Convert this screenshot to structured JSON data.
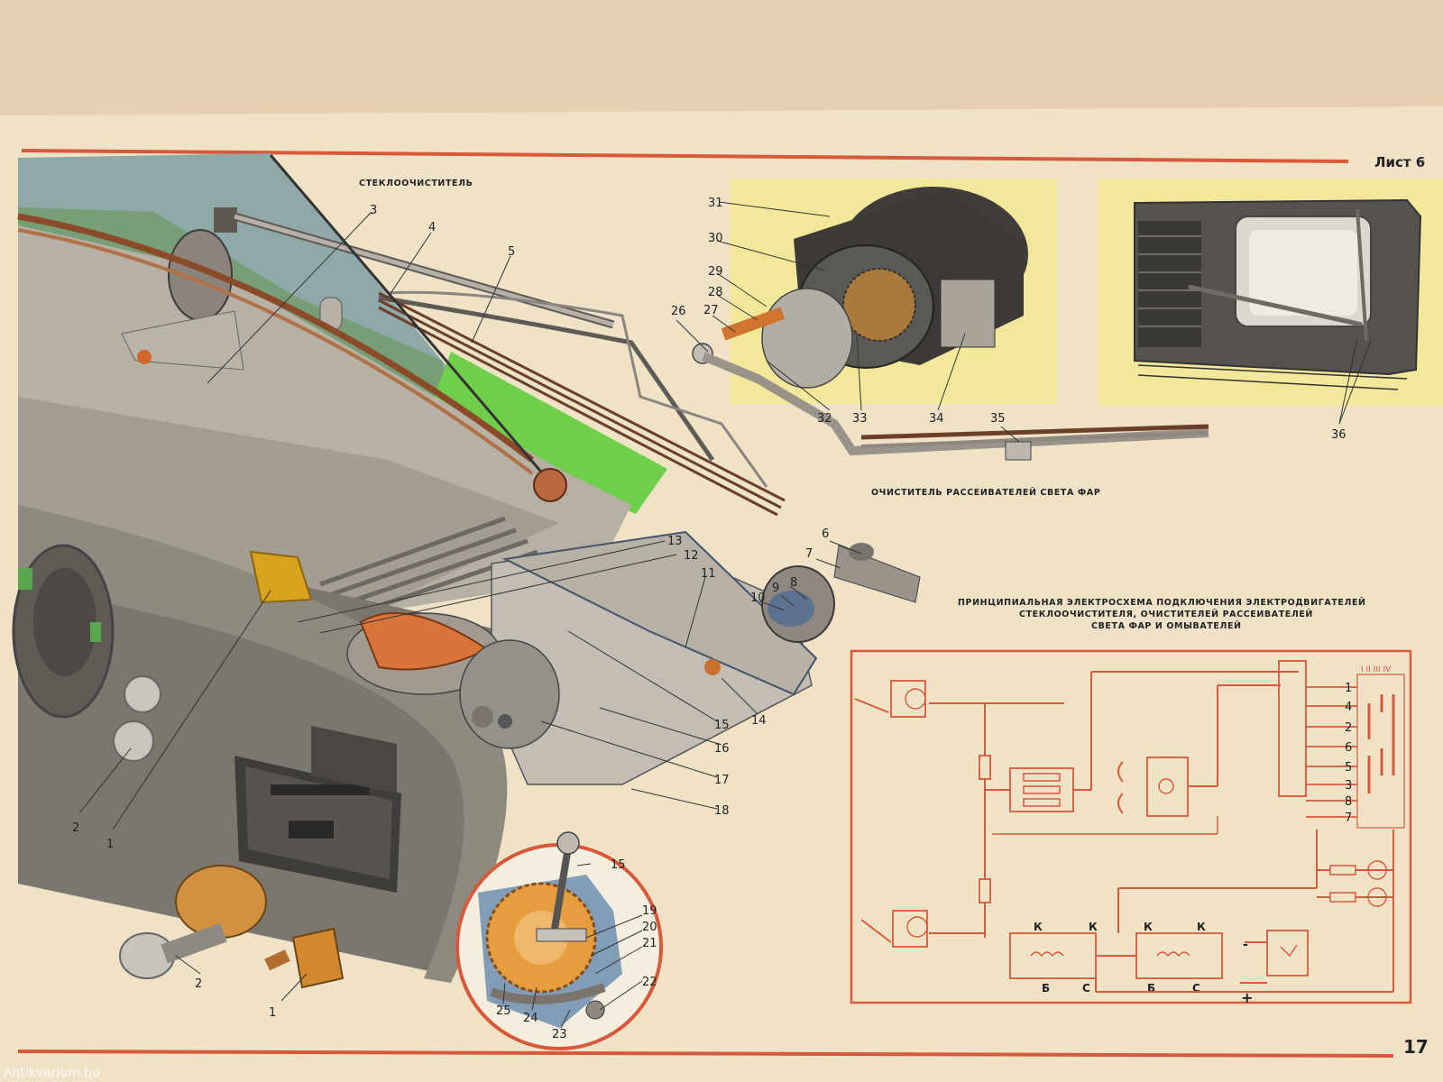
{
  "sheet_label": "Лист 6",
  "page_number": "17",
  "watermark": "Antikvarium.hu",
  "titles": {
    "wiper": "СТЕКЛООЧИСТИТЕЛЬ",
    "headlight_cleaner": "ОЧИСТИТЕЛЬ РАССЕИВАТЕЛЕЙ СВЕТА ФАР",
    "schematic_line1": "ПРИНЦИПИАЛЬНАЯ ЭЛЕКТРОСХЕМА ПОДКЛЮЧЕНИЯ ЭЛЕКТРОДВИГАТЕЛЕЙ",
    "schematic_line2": "СТЕКЛООЧИСТИТЕЛЯ, ОЧИСТИТЕЛЕЙ РАССЕИВАТЕЛЕЙ",
    "schematic_line3": "СВЕТА ФАР И ОМЫВАТЕЛЕЙ"
  },
  "callouts": [
    "1",
    "2",
    "3",
    "4",
    "5",
    "6",
    "7",
    "8",
    "9",
    "10",
    "11",
    "12",
    "13",
    "14",
    "15",
    "16",
    "17",
    "18",
    "19",
    "20",
    "21",
    "22",
    "23",
    "24",
    "25",
    "26",
    "27",
    "28",
    "29",
    "30",
    "31",
    "32",
    "33",
    "34",
    "35",
    "36"
  ],
  "schematic": {
    "switch_header": "I II III IV",
    "terminals": [
      "1",
      "4",
      "2",
      "6",
      "5",
      "3",
      "8",
      "7"
    ],
    "relay_contacts": [
      "К",
      "К",
      "Б",
      "С",
      "К",
      "К",
      "Б",
      "С"
    ],
    "polarity": [
      "-",
      "+"
    ]
  },
  "colors": {
    "paper": "#efe2c7",
    "rule": "#d8583a",
    "highlight_panel": "#f3e79a",
    "schematic_wire": "#d8583a"
  }
}
